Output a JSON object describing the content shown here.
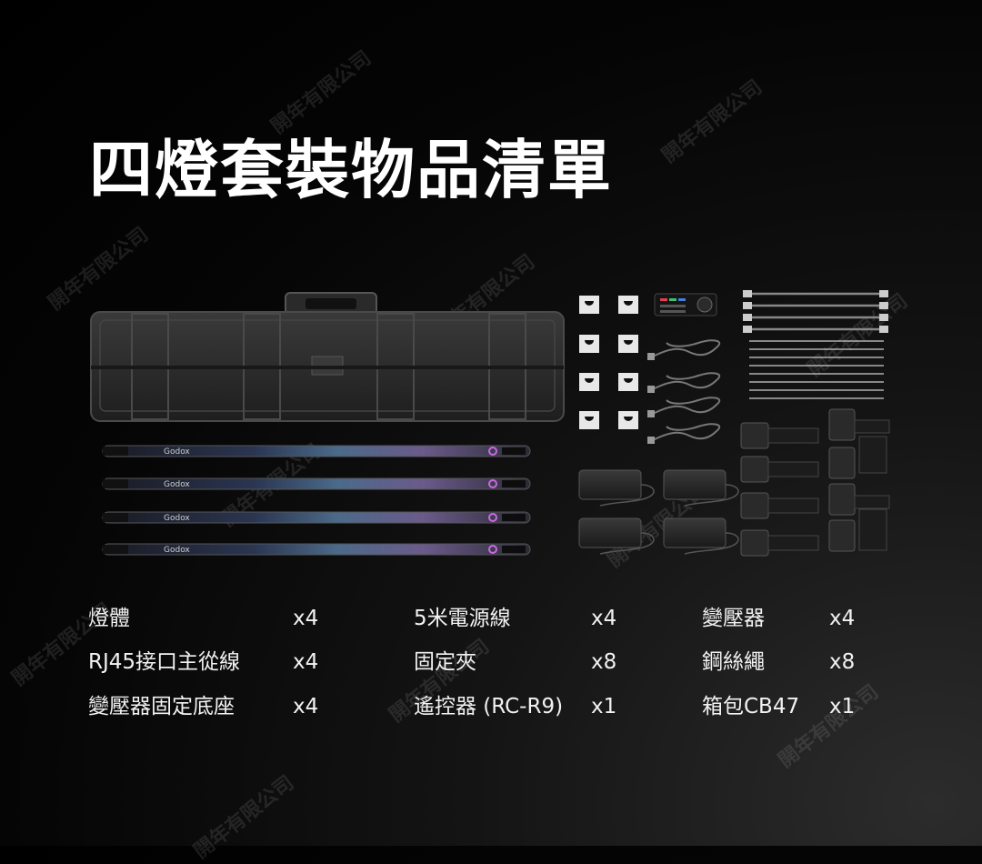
{
  "title": "四燈套裝物品清單",
  "watermark": "開年有限公司",
  "items": [
    {
      "name": "燈體",
      "qty": "x4"
    },
    {
      "name": "RJ45接口主從線",
      "qty": "x4"
    },
    {
      "name": "變壓器固定底座",
      "qty": "x4"
    },
    {
      "name": "5米電源線",
      "qty": "x4"
    },
    {
      "name": "固定夾",
      "qty": "x8"
    },
    {
      "name": "遙控器 (RC-R9)",
      "qty": "x1"
    },
    {
      "name": "變壓器",
      "qty": "x4"
    },
    {
      "name": "鋼絲繩",
      "qty": "x8"
    },
    {
      "name": "箱包CB47",
      "qty": "x1"
    }
  ],
  "tube_brand": "Godox",
  "colors": {
    "background": "#000000",
    "text": "#ffffff",
    "case": "#2a2a2a"
  }
}
